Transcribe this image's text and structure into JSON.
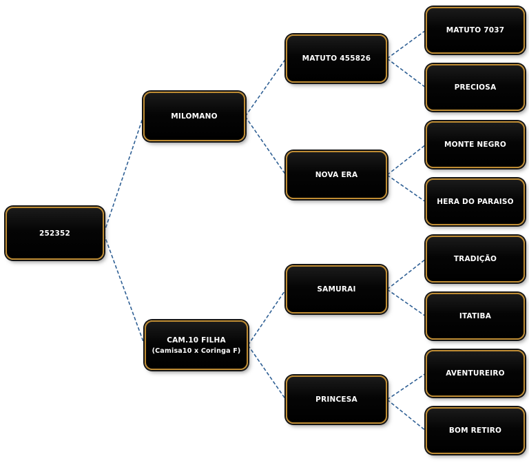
{
  "chart_data": {
    "type": "tree",
    "title": "",
    "layout": "left-to-right pedigree, 4 generations, dashed blue connectors",
    "nodes": [
      "252352",
      "MILOMANO",
      "CAM.10 FILHA (Camisa10 x Coringa F)",
      "MATUTO 455826",
      "NOVA ERA",
      "SAMURAI",
      "PRINCESA",
      "MATUTO 7037",
      "PRECIOSA",
      "MONTE NEGRO",
      "HERA DO PARAISO",
      "TRADIÇÃO",
      "ITATIBA",
      "AVENTUREIRO",
      "BOM RETIRO"
    ],
    "edges": [
      [
        "252352",
        "MILOMANO"
      ],
      [
        "252352",
        "CAM.10 FILHA"
      ],
      [
        "MILOMANO",
        "MATUTO 455826"
      ],
      [
        "MILOMANO",
        "NOVA ERA"
      ],
      [
        "MATUTO 455826",
        "MATUTO 7037"
      ],
      [
        "MATUTO 455826",
        "PRECIOSA"
      ],
      [
        "NOVA ERA",
        "MONTE NEGRO"
      ],
      [
        "NOVA ERA",
        "HERA DO PARAISO"
      ],
      [
        "CAM.10 FILHA",
        "SAMURAI"
      ],
      [
        "CAM.10 FILHA",
        "PRINCESA"
      ],
      [
        "SAMURAI",
        "TRADIÇÃO"
      ],
      [
        "SAMURAI",
        "ITATIBA"
      ],
      [
        "PRINCESA",
        "AVENTUREIRO"
      ],
      [
        "PRINCESA",
        "BOM RETIRO"
      ]
    ]
  },
  "pedigree": {
    "subject": {
      "label": "252352"
    },
    "sire": {
      "label": "MILOMANO",
      "sire": {
        "label": "MATUTO 455826",
        "sire": {
          "label": "MATUTO 7037"
        },
        "dam": {
          "label": "PRECIOSA"
        }
      },
      "dam": {
        "label": "NOVA ERA",
        "sire": {
          "label": "MONTE NEGRO"
        },
        "dam": {
          "label": "HERA DO PARAISO"
        }
      }
    },
    "dam": {
      "label": "CAM.10 FILHA",
      "sublabel": "(Camisa10 x Coringa F)",
      "sire": {
        "label": "SAMURAI",
        "sire": {
          "label": "TRADIÇÃO"
        },
        "dam": {
          "label": "ITATIBA"
        }
      },
      "dam": {
        "label": "PRINCESA",
        "sire": {
          "label": "AVENTUREIRO"
        },
        "dam": {
          "label": "BOM RETIRO"
        }
      }
    }
  },
  "colors": {
    "box_background": "#000000",
    "box_border": "#bf8c33",
    "text": "#ffffff",
    "connector": "#2e5f94",
    "page_background": "#ffffff"
  }
}
